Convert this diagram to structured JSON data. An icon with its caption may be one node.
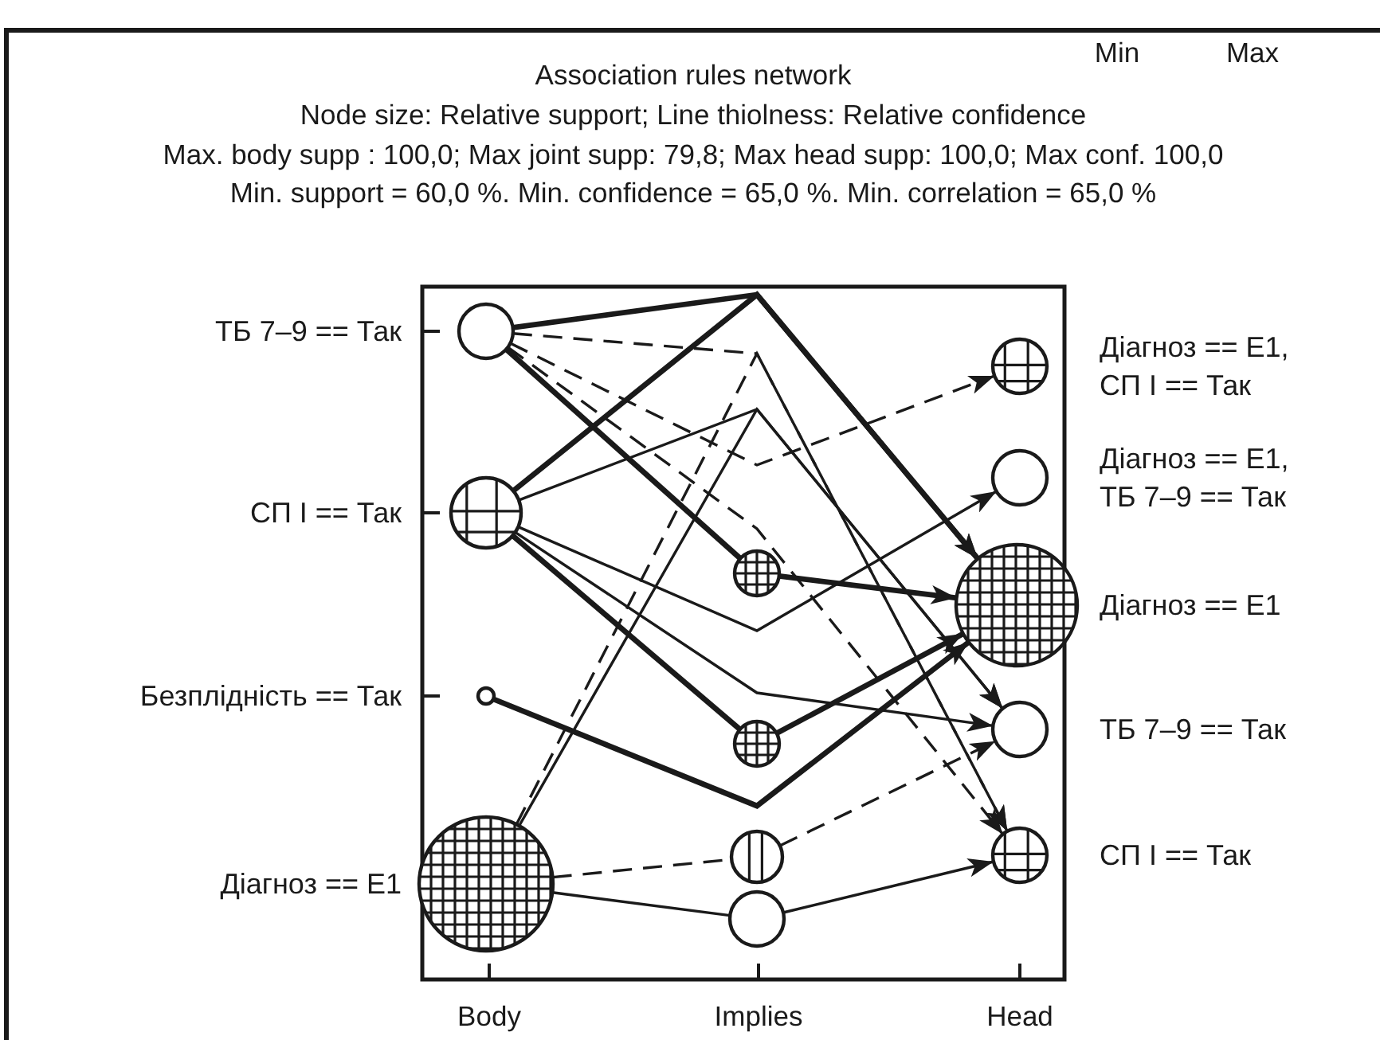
{
  "diagram": {
    "title": "Association rules network",
    "nodes": [
      {
        "text": [
          "ТБ 7–9 == Так"
        ]
      },
      {
        "text": [
          "СП І == Так"
        ]
      },
      {
        "text": [
          "Безплідність == Так"
        ]
      },
      {
        "text": [
          "Діагноз == E1"
        ]
      },
      {
        "text": [],
        "shape": "circle"
      },
      {
        "text": [],
        "shape": "circle"
      },
      {
        "text": [],
        "shape": "circle"
      },
      {
        "text": [],
        "shape": "circle"
      },
      {
        "text": [
          "Діагноз == E1, СП І == Так"
        ]
      },
      {
        "text": [
          "Діагноз == E1, ТБ 7–9 == Так"
        ]
      },
      {
        "text": [
          "Діагноз == E1"
        ]
      },
      {
        "text": [
          "ТБ 7–9 == Так"
        ]
      },
      {
        "text": [
          "СП І == Так"
        ]
      }
    ],
    "edges": [
      {
        "from": 0,
        "to": 10,
        "arrow": "to",
        "style": "thick"
      },
      {
        "from": 1,
        "to": 10,
        "arrow": "to",
        "style": "thick"
      },
      {
        "from": 0,
        "to": 12,
        "arrow": "to",
        "style": "dashed"
      },
      {
        "from": 3,
        "to": 12,
        "arrow": "to",
        "style": "dashed"
      },
      {
        "from": 1,
        "to": 11,
        "arrow": "to"
      },
      {
        "from": 3,
        "to": 11,
        "arrow": "to"
      },
      {
        "from": 0,
        "to": 8,
        "arrow": "to",
        "style": "dashed"
      },
      {
        "from": 0,
        "to": 12,
        "arrow": "to",
        "style": "dashed"
      },
      {
        "from": 0,
        "to": 4,
        "arrow": "none",
        "style": "thick"
      },
      {
        "from": 4,
        "to": 10,
        "arrow": "to",
        "style": "thick"
      },
      {
        "from": 1,
        "to": 9,
        "arrow": "to"
      },
      {
        "from": 1,
        "to": 11,
        "arrow": "to"
      },
      {
        "from": 1,
        "to": 5,
        "arrow": "none",
        "style": "thick"
      },
      {
        "from": 5,
        "to": 10,
        "arrow": "to",
        "style": "thick"
      },
      {
        "from": 2,
        "to": 10,
        "arrow": "to",
        "style": "thick"
      },
      {
        "from": 3,
        "to": 6,
        "arrow": "none",
        "style": "dashed"
      },
      {
        "from": 6,
        "to": 11,
        "arrow": "to",
        "style": "dashed"
      },
      {
        "from": 3,
        "to": 7,
        "arrow": "none"
      },
      {
        "from": 7,
        "to": 12,
        "arrow": "to"
      }
    ],
    "labels": [
      "Min",
      "Max",
      "Node size: Relative support; Line thiolness: Relative confidence",
      "Max. body supp : 100,0; Max joint supp: 79,8; Max head supp: 100,0; Max conf. 100,0",
      "Min. support = 60,0 %. Min. confidence = 65,0 %. Min. correlation = 65,0 %",
      "Body",
      "Implies",
      "Head"
    ]
  }
}
